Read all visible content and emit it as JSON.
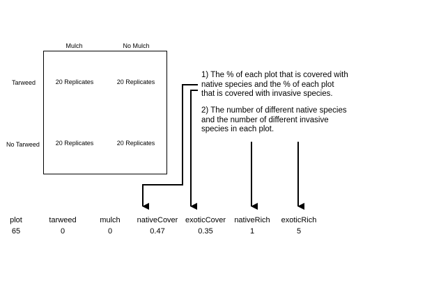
{
  "matrix": {
    "col_headers": [
      "Mulch",
      "No Mulch"
    ],
    "row_headers": [
      "Tarweed",
      "No Tarweed"
    ],
    "cells": [
      [
        "20 Replicates",
        "20 Replicates"
      ],
      [
        "20 Replicates",
        "20 Replicates"
      ]
    ]
  },
  "notes": {
    "note1": [
      "1) The % of each plot that is covered with",
      "native species and the % of each plot",
      "that is covered with invasive species."
    ],
    "note2": [
      "2) The number of different native species",
      "and the number of different invasive",
      "species in each plot."
    ]
  },
  "table": {
    "headers": [
      "plot",
      "tarweed",
      "mulch",
      "nativeCover",
      "exoticCover",
      "nativeRich",
      "exoticRich"
    ],
    "values": [
      "65",
      "0",
      "0",
      "0.47",
      "0.35",
      "1",
      "5"
    ]
  }
}
